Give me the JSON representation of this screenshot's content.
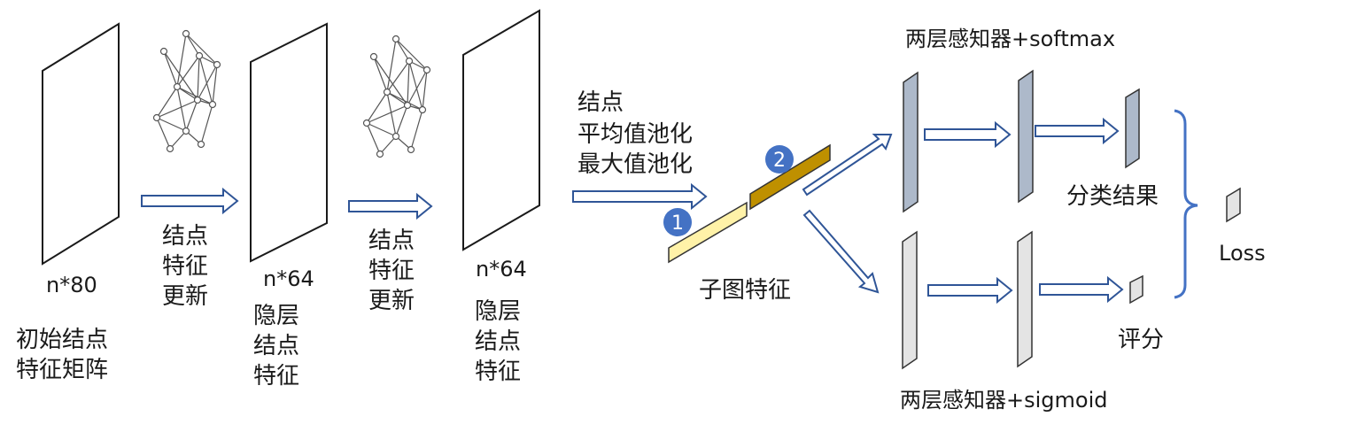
{
  "stages": {
    "input_dim": "n*80",
    "input_caption": [
      "初始结点",
      "特征矩阵"
    ],
    "update1": [
      "结点",
      "特征",
      "更新"
    ],
    "hidden1_dim": "n*64",
    "hidden1_caption": [
      "隐层",
      "结点",
      "特征"
    ],
    "update2": [
      "结点",
      "特征",
      "更新"
    ],
    "hidden2_dim": "n*64",
    "hidden2_caption": [
      "隐层",
      "结点",
      "特征"
    ]
  },
  "pooling": {
    "label": [
      "结点",
      "平均值池化",
      "最大值池化"
    ],
    "badge1": "1",
    "badge2": "2",
    "subgraph_label": "子图特征"
  },
  "heads": {
    "top_title": "两层感知器+softmax",
    "top_result": "分类结果",
    "bottom_title": "两层感知器+sigmoid",
    "bottom_result": "评分",
    "loss": "Loss"
  },
  "colors": {
    "arrow": "#2f5597",
    "avg_pool": "#fff2a8",
    "max_pool": "#bf9000",
    "badge": "#4472c4",
    "top_layer": "#adb9ca",
    "bottom_layer": "#e4e4e4",
    "brace": "#4472c4"
  },
  "icons": [
    "graph-network-icon"
  ]
}
